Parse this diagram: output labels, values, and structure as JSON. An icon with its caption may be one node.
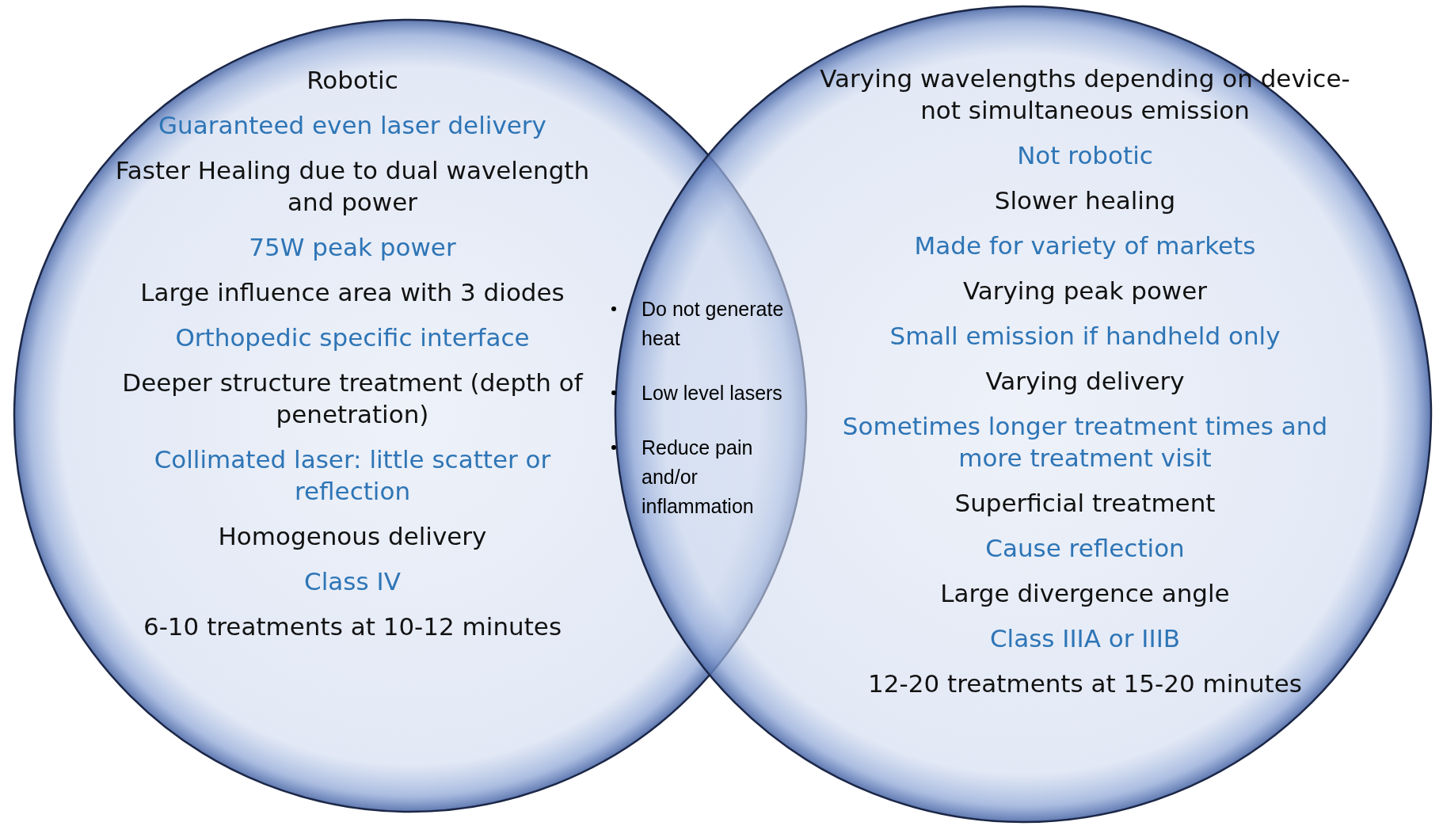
{
  "diagram": {
    "nodes": [
      {
        "text": [
          "Robotic",
          "Guaranteed even laser delivery",
          "Faster Healing due to dual wavelength and power",
          "75W peak power",
          "Large influence area with 3 diodes",
          "Orthopedic specific interface",
          "Deeper structure treatment (depth of penetration)",
          "Collimated laser: little scatter or reflection",
          "Homogenous delivery",
          "Class IV",
          "6-10 treatments at 10-12 minutes"
        ]
      },
      {
        "text": [
          "Varying wavelengths depending on device- not simultaneous emission",
          "Not robotic",
          "Slower healing",
          "Made for variety of markets",
          "Varying peak power",
          "Small emission if handheld only",
          "Varying delivery",
          "Sometimes longer treatment times and more treatment visit",
          "Superficial treatment",
          "Cause reflection",
          "Large divergence angle",
          "Class IIIA or IIIB",
          "12-20 treatments at 15-20 minutes"
        ]
      }
    ],
    "labels": [
      "Do not generate heat",
      "Low level lasers",
      "Reduce pain and/or inflammation"
    ]
  }
}
